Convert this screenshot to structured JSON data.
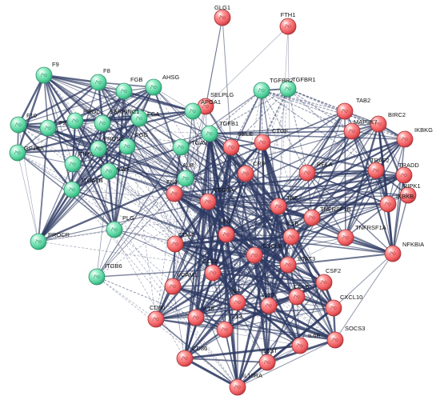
{
  "network": {
    "colors": {
      "cluster_green": "#5fd8a8",
      "cluster_red": "#f0666a",
      "edge": "#2e3a63"
    },
    "nodes": [
      {
        "id": "GLG1",
        "label": "GLG1",
        "cluster": "red"
      },
      {
        "id": "FTH1",
        "label": "FTH1",
        "cluster": "red"
      },
      {
        "id": "F9",
        "label": "F9",
        "cluster": "green"
      },
      {
        "id": "F8",
        "label": "F8",
        "cluster": "green"
      },
      {
        "id": "FGB",
        "label": "FGB",
        "cluster": "green"
      },
      {
        "id": "AHSG",
        "label": "AHSG",
        "cluster": "green"
      },
      {
        "id": "SELPLG",
        "label": "SELPLG",
        "cluster": "red"
      },
      {
        "id": "TGFBR2",
        "label": "TGFBR2",
        "cluster": "green"
      },
      {
        "id": "TGFBR1",
        "label": "TGFBR1",
        "cluster": "green"
      },
      {
        "id": "APOA1",
        "label": "APOA1",
        "cluster": "green"
      },
      {
        "id": "PROC",
        "label": "PROC",
        "cluster": "green"
      },
      {
        "id": "SERPINC1",
        "label": "SERPINC1",
        "cluster": "green"
      },
      {
        "id": "FGA",
        "label": "FGA",
        "cluster": "green"
      },
      {
        "id": "F10",
        "label": "F10",
        "cluster": "green"
      },
      {
        "id": "F2",
        "label": "F2",
        "cluster": "green"
      },
      {
        "id": "FGG",
        "label": "FGG",
        "cluster": "green"
      },
      {
        "id": "GP1BA",
        "label": "GP1BA",
        "cluster": "green"
      },
      {
        "id": "PROS1",
        "label": "PROS1",
        "cluster": "green"
      },
      {
        "id": "ITIH2",
        "label": "ITIH2",
        "cluster": "green"
      },
      {
        "id": "ITGAV",
        "label": "ITGAV",
        "cluster": "green"
      },
      {
        "id": "TGFB1",
        "label": "TGFB1",
        "cluster": "green"
      },
      {
        "id": "SELE",
        "label": "SELE",
        "cluster": "red"
      },
      {
        "id": "CTGF",
        "label": "CTGF",
        "cluster": "red"
      },
      {
        "id": "TAB2",
        "label": "TAB2",
        "cluster": "red"
      },
      {
        "id": "BIRC2",
        "label": "BIRC2",
        "cluster": "red"
      },
      {
        "id": "MAP3K7",
        "label": "MAP3K7",
        "cluster": "red"
      },
      {
        "id": "IKBKG",
        "label": "IKBKG",
        "cluster": "red"
      },
      {
        "id": "ITGA2B",
        "label": "ITGA2B",
        "cluster": "green"
      },
      {
        "id": "VWF",
        "label": "VWF",
        "cluster": "green"
      },
      {
        "id": "ALB",
        "label": "ALB",
        "cluster": "green"
      },
      {
        "id": "CRP",
        "label": "CRP",
        "cluster": "red"
      },
      {
        "id": "RELA",
        "label": "RELA",
        "cluster": "red"
      },
      {
        "id": "TRAF2",
        "label": "TRAF2",
        "cluster": "red"
      },
      {
        "id": "TRADD",
        "label": "TRADD",
        "cluster": "red"
      },
      {
        "id": "RIPK1",
        "label": "RIPK1",
        "cluster": "red"
      },
      {
        "id": "FN1",
        "label": "FN1",
        "cluster": "red"
      },
      {
        "id": "VEGFA",
        "label": "VEGFA",
        "cluster": "red"
      },
      {
        "id": "TNF",
        "label": "TNF",
        "cluster": "red"
      },
      {
        "id": "TNFRSF1B",
        "label": "TNFRSF1B",
        "cluster": "red"
      },
      {
        "id": "IKBKB",
        "label": "IKBKB",
        "cluster": "red"
      },
      {
        "id": "PLG",
        "label": "PLG",
        "cluster": "green"
      },
      {
        "id": "IL6",
        "label": "IL6",
        "cluster": "red"
      },
      {
        "id": "IL1B",
        "label": "IL1B",
        "cluster": "red"
      },
      {
        "id": "TNFRSF1A",
        "label": "TNFRSF1A",
        "cluster": "red"
      },
      {
        "id": "NFKBIA",
        "label": "NFKBIA",
        "cluster": "red"
      },
      {
        "id": "PROCR",
        "label": "PROCR",
        "cluster": "green"
      },
      {
        "id": "CD44",
        "label": "CD44",
        "cluster": "red"
      },
      {
        "id": "CXCL8",
        "label": "CXCL8",
        "cluster": "red"
      },
      {
        "id": "ITGB6",
        "label": "ITGB6",
        "cluster": "green"
      },
      {
        "id": "STAT3",
        "label": "STAT3",
        "cluster": "red"
      },
      {
        "id": "CCL2",
        "label": "CCL2",
        "cluster": "red"
      },
      {
        "id": "VCAM1",
        "label": "VCAM1",
        "cluster": "red"
      },
      {
        "id": "CSF2",
        "label": "CSF2",
        "cluster": "red"
      },
      {
        "id": "IL4",
        "label": "IL4",
        "cluster": "red"
      },
      {
        "id": "CCL5",
        "label": "CCL5",
        "cluster": "red"
      },
      {
        "id": "IL10",
        "label": "IL10",
        "cluster": "red"
      },
      {
        "id": "CXCL10",
        "label": "CXCL10",
        "cluster": "red"
      },
      {
        "id": "CD80",
        "label": "CD80",
        "cluster": "red"
      },
      {
        "id": "IL18",
        "label": "IL18",
        "cluster": "red"
      },
      {
        "id": "IL13",
        "label": "IL13",
        "cluster": "red"
      },
      {
        "id": "SOCS3",
        "label": "SOCS3",
        "cluster": "red"
      },
      {
        "id": "IL6R",
        "label": "IL6R",
        "cluster": "red"
      },
      {
        "id": "CD86",
        "label": "CD86",
        "cluster": "red"
      },
      {
        "id": "IL6ST",
        "label": "IL6ST",
        "cluster": "red"
      },
      {
        "id": "IL10RA",
        "label": "IL10RA",
        "cluster": "red"
      }
    ]
  }
}
